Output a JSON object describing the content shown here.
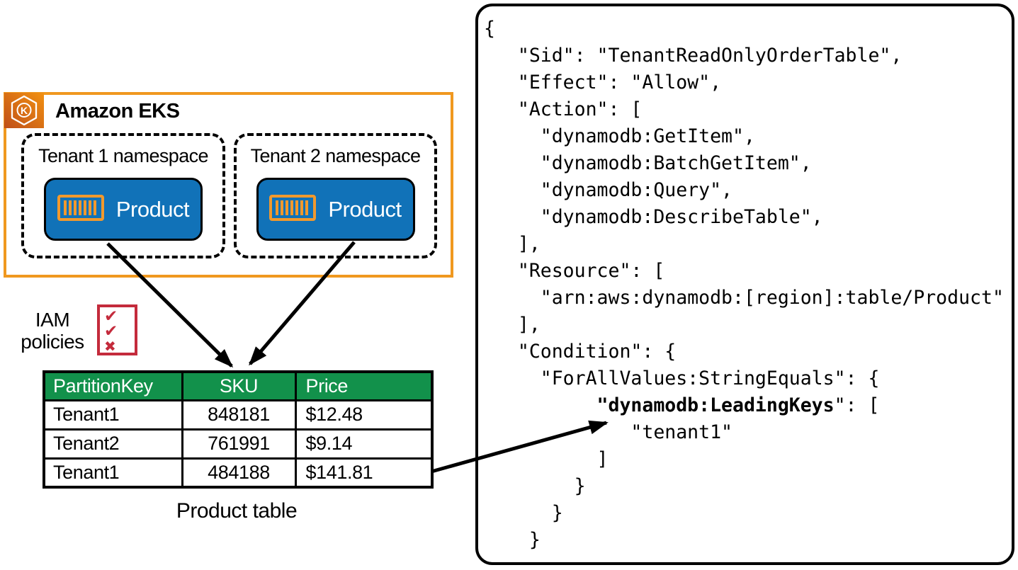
{
  "eks": {
    "title": "Amazon EKS",
    "icon_letter": "K",
    "namespaces": [
      {
        "label": "Tenant 1 namespace",
        "pod_label": "Product"
      },
      {
        "label": "Tenant 2 namespace",
        "pod_label": "Product"
      }
    ]
  },
  "iam": {
    "label_line1": "IAM",
    "label_line2": "policies",
    "check_glyphs": [
      "✔",
      "✔",
      "✖"
    ]
  },
  "product_table": {
    "caption": "Product table",
    "columns": [
      "PartitionKey",
      "SKU",
      "Price"
    ],
    "rows": [
      [
        "Tenant1",
        "848181",
        "$12.48"
      ],
      [
        "Tenant2",
        "761991",
        "$9.14"
      ],
      [
        "Tenant1",
        "484188",
        "$141.81"
      ]
    ]
  },
  "policy_panel": {
    "lines": [
      [
        {
          "t": "{"
        }
      ],
      [
        {
          "t": "   \"Sid\": \"TenantReadOnlyOrderTable\","
        }
      ],
      [
        {
          "t": "   \"Effect\": \"Allow\","
        }
      ],
      [
        {
          "t": "   \"Action\": ["
        }
      ],
      [
        {
          "t": "     \"dynamodb:GetItem\","
        }
      ],
      [
        {
          "t": "     \"dynamodb:BatchGetItem\","
        }
      ],
      [
        {
          "t": "     \"dynamodb:Query\","
        }
      ],
      [
        {
          "t": "     \"dynamodb:DescribeTable\","
        }
      ],
      [
        {
          "t": "   ],"
        }
      ],
      [
        {
          "t": "   \"Resource\": ["
        }
      ],
      [
        {
          "t": "     \"arn:aws:dynamodb:[region]:table/Product\""
        }
      ],
      [
        {
          "t": "   ],"
        }
      ],
      [
        {
          "t": "   \"Condition\": {"
        }
      ],
      [
        {
          "t": "     \"ForAllValues:StringEquals\": {"
        }
      ],
      [
        {
          "t": "          "
        },
        {
          "t": "\"dynamodb:LeadingKeys",
          "b": true
        },
        {
          "t": "\": ["
        }
      ],
      [
        {
          "t": "             \"tenant1\""
        }
      ],
      [
        {
          "t": "          ]"
        }
      ],
      [
        {
          "t": "        }"
        }
      ],
      [
        {
          "t": "      }"
        }
      ],
      [
        {
          "t": "    }"
        }
      ]
    ]
  },
  "colors": {
    "eks_border_orange": "#F0981F",
    "eks_icon_gradient": [
      "#BF4F19",
      "#F29111"
    ],
    "pod_blue": "#1172B8",
    "container_icon_orange": "#F1992D",
    "table_header_green": "#12914B",
    "checklist_red": "#C42B3C",
    "arrow_black": "#000000"
  }
}
